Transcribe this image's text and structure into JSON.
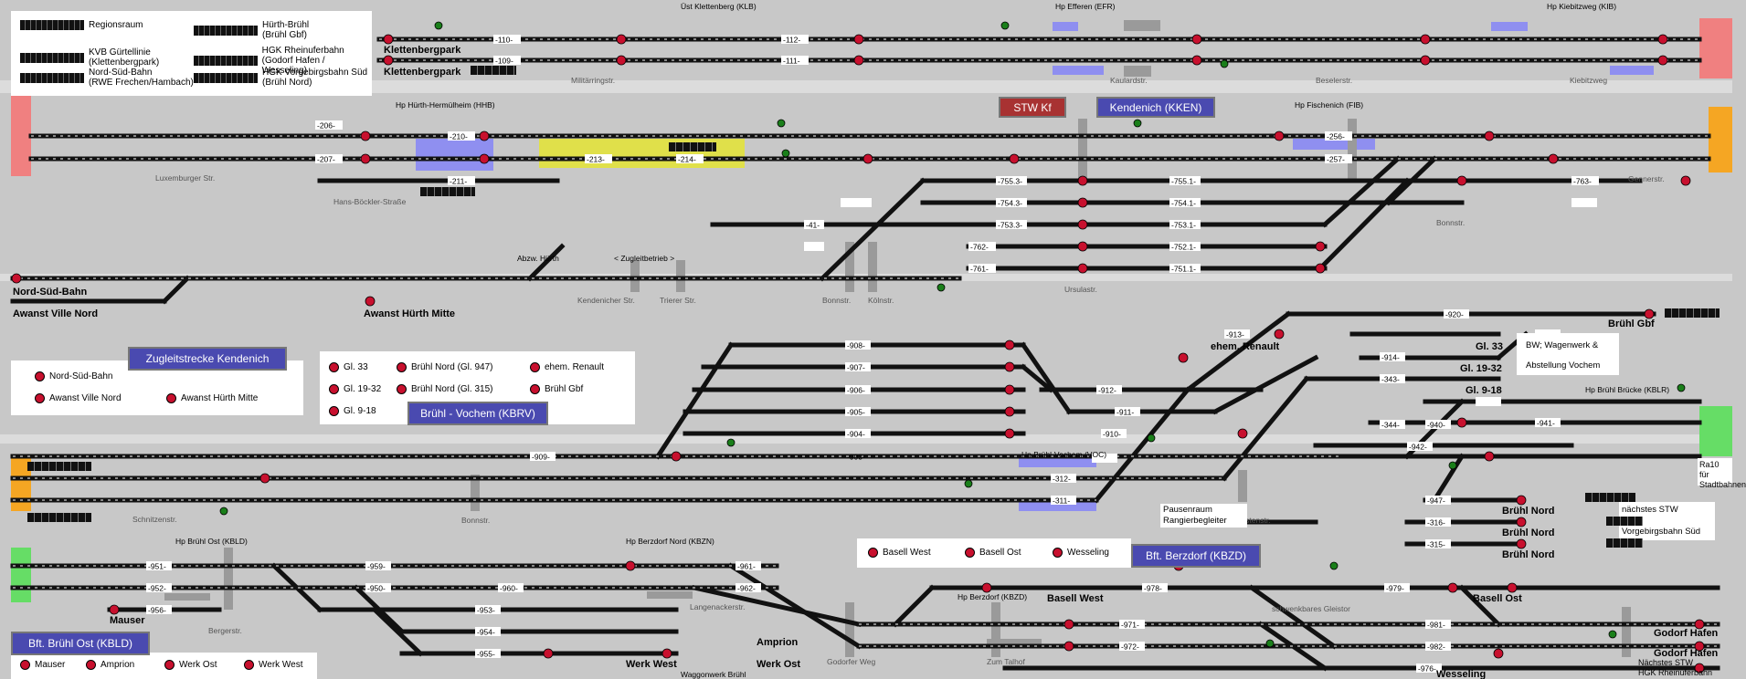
{
  "legend": {
    "items_left": [
      "Regionsraum",
      "KVB Gürtellinie\n(Klettenbergpark)",
      "Nord-Süd-Bahn\n(RWE Frechen/Hambach)"
    ],
    "items_right": [
      "Hürth-Brühl\n(Brühl Gbf)",
      "HGK Rheinuferbahn\n(Godorf Hafen / Wesseling)",
      "HGK Vorgebirgsbahn Süd\n(Brühl Nord)"
    ]
  },
  "stations": {
    "klettenberg": "Üst Klettenberg (KLB)",
    "efferen": "Hp Efferen (EFR)",
    "kiebitzweg": "Hp Kiebitzweg (KIB)",
    "huerth_hermuelheim": "Hp Hürth-Hermülheim (HHB)",
    "stw_kf": "STW Kf",
    "kendenich": "Kendenich (KKEN)",
    "fischenich": "Hp Fischenich (FIB)",
    "zugleitstrecke": "Zugleitstrecke Kendenich",
    "bruehl_vochem": "Brühl - Vochem (KBRV)",
    "bruehl_bruecke": "Hp Brühl Brücke (KBLR)",
    "bruehl_vochem_hp": "Hp Brühl-Vochem (VOC)",
    "bruehl_ost": "Hp Brühl Ost (KBLD)",
    "berzdorf_nord": "Hp Berzdorf Nord (KBZN)",
    "berzdorf_hp": "Hp Berzdorf (KBZD)",
    "bft_berzdorf": "Bft. Berzdorf (KBZD)",
    "bft_bruehl_ost": "Bft. Brühl Ost (KBLD)"
  },
  "places": {
    "klettenbergpark": "Klettenbergpark",
    "militaerringstr": "Militärringstr.",
    "kaulardstr": "Kaulardstr.",
    "beselerstr": "Beselerstr.",
    "kiebitzweg_str": "Kiebitzweg",
    "luxemburger": "Luxemburger Str.",
    "hans_boeckler": "Hans-Böckler-Straße",
    "gennerstr": "Gennerstr.",
    "bonnstr": "Bonnstr.",
    "koelnstr": "Kölnstr.",
    "ursulastr": "Ursulastr.",
    "kendenicher_str": "Kendenicher Str.",
    "trierer_str": "Trierer Str.",
    "abzw_huerth": "Abzw. Hürth",
    "zugleitbetrieb": "< Zugleitbetrieb >",
    "nord_sued_bahn": "Nord-Süd-Bahn",
    "awanst_ville_nord": "Awanst Ville Nord",
    "awanst_huerth_mitte": "Awanst Hürth Mitte",
    "bruehl_gbf": "Brühl Gbf",
    "gl33": "Gl. 33",
    "gl1932": "Gl. 19-32",
    "gl918": "Gl. 9-18",
    "bw_wagenwerk": "BW; Wagenwerk &",
    "abstellung_vochem": "Abstellung Vochem",
    "ehem_renault": "ehem. Renault",
    "ra10": "Ra10 für\nStadtbahnen",
    "naechstes_stw": "nächstes STW\nHGK\nVorgebirgsbahn Süd",
    "pausenraum": "Pausenraum\nRangierbegleiter",
    "korfuerstenstr": "Korfürstenstr.",
    "schnitzenstr": "Schnitzenstr.",
    "bruehl_nord": "Brühl Nord",
    "mauser": "Mauser",
    "bergerstr": "Bergerstr.",
    "langenackerstr": "Langenackerstr.",
    "amprion": "Amprion",
    "werk_west": "Werk West",
    "werk_ost": "Werk Ost",
    "waggonwerk": "Waggonwerk Brühl",
    "godorfer_weg": "Godorfer Weg",
    "zum_talhof": "Zum Talhof",
    "basell_west": "Basell West",
    "basell_ost": "Basell Ost",
    "wesseling": "Wesseling",
    "schwenkbares": "schwenkbares Gleistor",
    "godorf_hafen": "Godorf Hafen",
    "naechstes_stw_hgk": "Nächstes STW\nHGK Rheinuferbahn"
  },
  "legend_kbrv": {
    "col1": [
      "Gl. 33",
      "Gl. 19-32",
      "Gl. 9-18"
    ],
    "col2": [
      "Brühl Nord (Gl. 947)",
      "Brühl Nord (Gl. 315)"
    ],
    "col3": [
      "ehem. Renault",
      "Brühl Gbf"
    ]
  },
  "legend_nsb": [
    "Nord-Süd-Bahn",
    "Awanst Ville Nord",
    "Awanst Hürth Mitte"
  ],
  "legend_kbzd": [
    "Basell West",
    "Basell Ost",
    "Wesseling"
  ],
  "legend_kbld": [
    "Mauser",
    "Amprion",
    "Werk Ost",
    "Werk West"
  ],
  "tracks": {
    "t110": "-110-",
    "t109": "-109-",
    "t112": "-112-",
    "t111": "-111-",
    "t206": "-206-",
    "t207": "-207-",
    "t210": "-210-",
    "t211": "-211-",
    "t213": "-213-",
    "t214": "-214-",
    "t256": "-256-",
    "t257": "-257-",
    "t7553": "-755.3-",
    "t7543": "-754.3-",
    "t7533": "-753.3-",
    "t41": "-41-",
    "t7551": "-755.1-",
    "t7541": "-754.1-",
    "t7531": "-753.1-",
    "t7521": "-752.1-",
    "t7511": "-751.1-",
    "t762": "-762-",
    "t761": "-761-",
    "t763": "-763-",
    "t908": "-908-",
    "t907": "-907-",
    "t906": "-906-",
    "t905": "-905-",
    "t904": "-904-",
    "t903": "-903-",
    "t909": "-909-",
    "t912": "-912-",
    "t911": "-911-",
    "t910": "-910-",
    "t913": "-913-",
    "t914": "-914-",
    "t920": "-920-",
    "t343": "-343-",
    "t344": "-344-",
    "t940": "-940-",
    "t941": "-941-",
    "t942": "-942-",
    "t312": "-312-",
    "t311": "-311-",
    "t947": "-947-",
    "t316": "-316-",
    "t315": "-315-",
    "t951": "-951-",
    "t952": "-952-",
    "t956": "-956-",
    "t959": "-959-",
    "t950": "-950-",
    "t960": "-960-",
    "t953": "-953-",
    "t954": "-954-",
    "t955": "-955-",
    "t961": "-961-",
    "t962": "-962-",
    "t978": "-978-",
    "t979": "-979-",
    "t971": "-971-",
    "t972": "-972-",
    "t981": "-981-",
    "t982": "-982-",
    "t976": "-976-"
  },
  "colors": {
    "background": "#c8c8c8",
    "track": "#111111",
    "signal_red": "#c8102e",
    "signal_green": "#1a7f1a",
    "stw_box": "#a83232",
    "station_box": "#4a4ab0",
    "highlight_blue": "#8f8ff0",
    "highlight_yellow": "#e0e04a",
    "edge_red": "#f08080",
    "edge_orange": "#f5a623",
    "edge_green": "#66dd66"
  }
}
